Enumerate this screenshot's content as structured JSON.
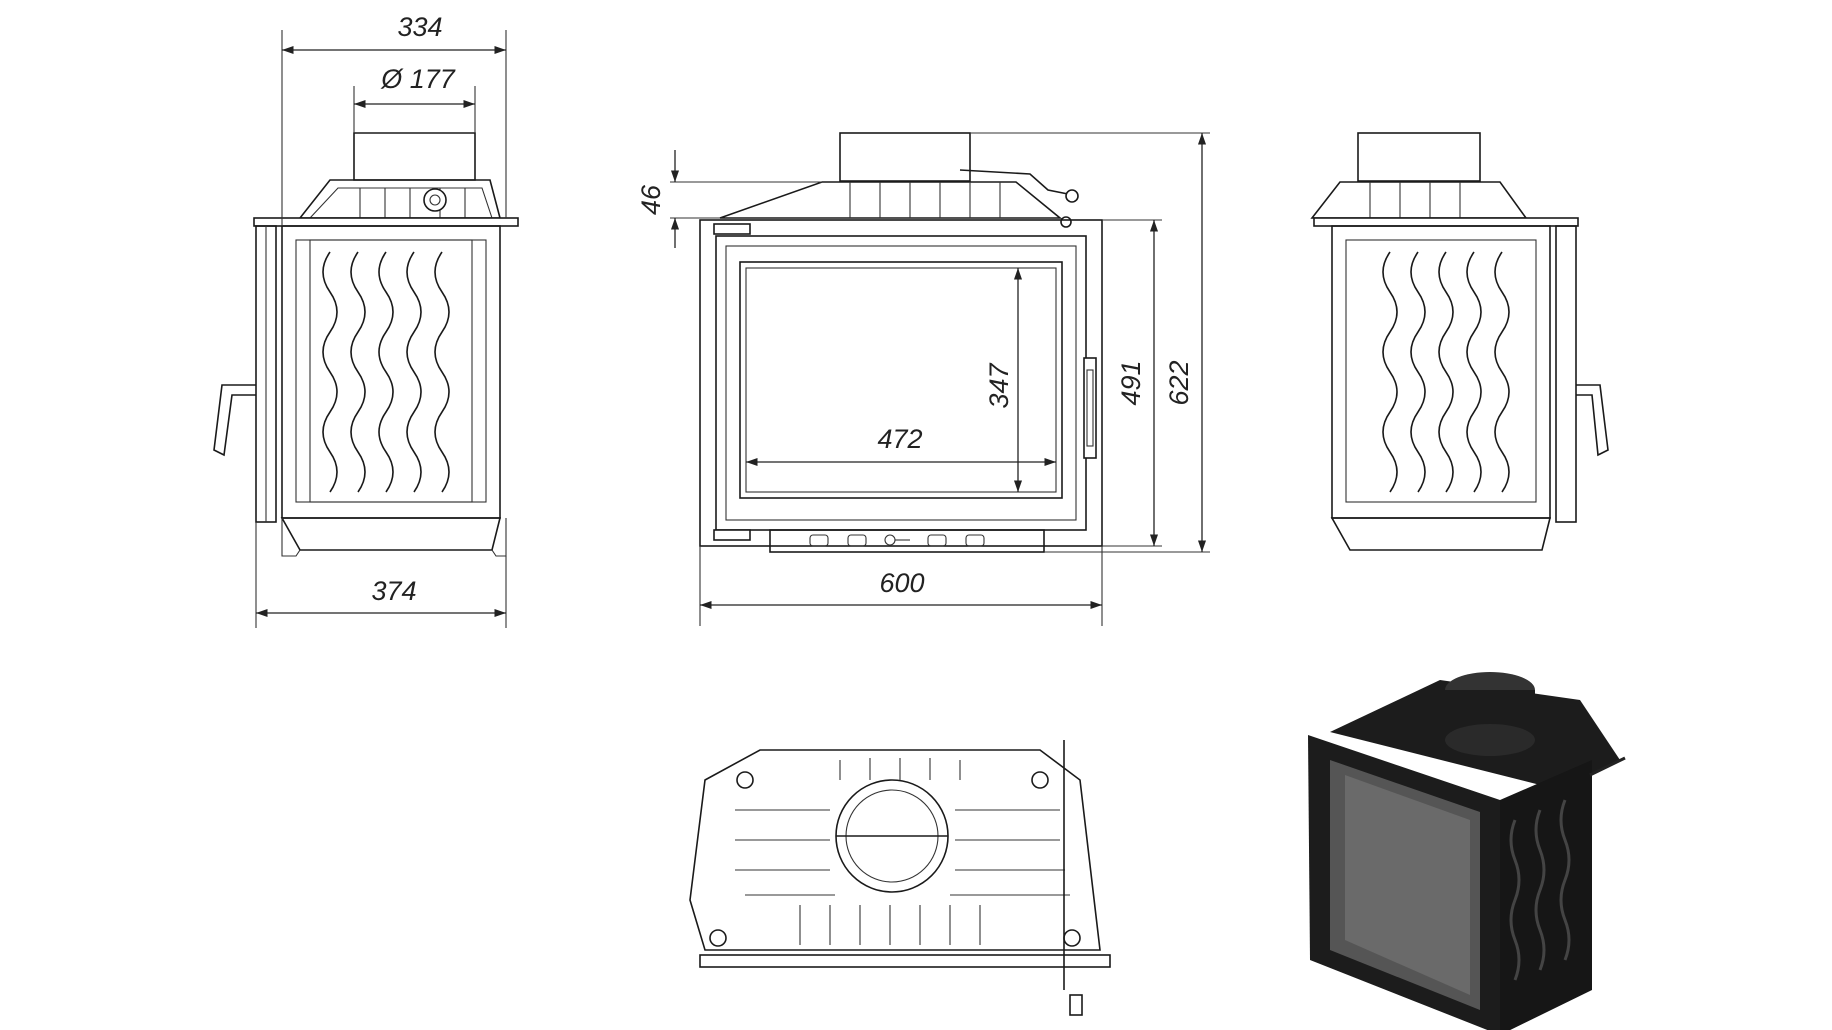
{
  "dimensions": {
    "side_top_width": "334",
    "flue_diameter": "Ø 177",
    "side_bottom_width": "374",
    "top_offset": "46",
    "glass_height": "347",
    "glass_width": "472",
    "front_height": "491",
    "total_height": "622",
    "front_width": "600"
  },
  "colors": {
    "line": "#1a1a1a",
    "render_body": "#1c1c1c",
    "render_highlight": "#555555"
  }
}
